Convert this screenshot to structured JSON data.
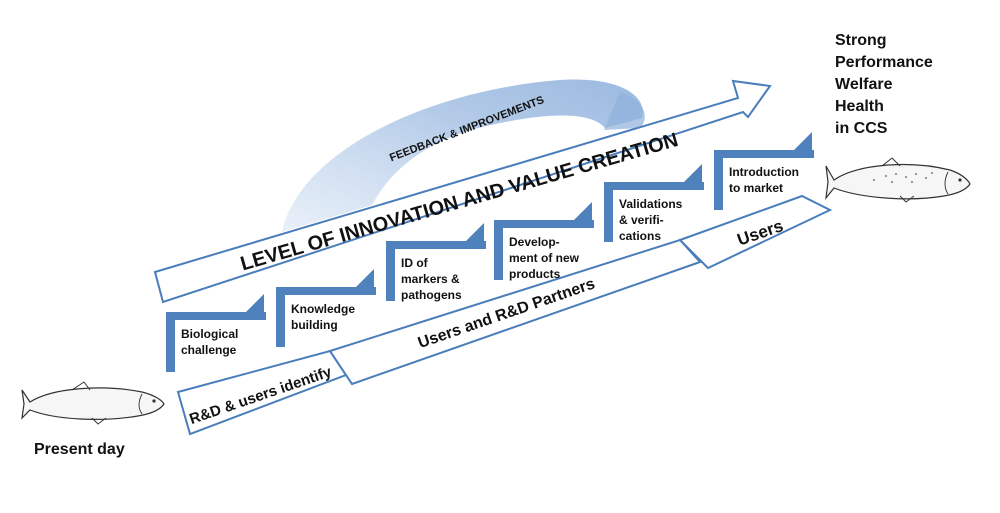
{
  "diagram": {
    "feedback_label": "FEEDBACK & IMPROVEMENTS",
    "innovation_label": "LEVEL OF INNOVATION AND VALUE CREATION",
    "identify_label": "R&D & users identify",
    "partners_label": "Users and R&D Partners",
    "users_label": "Users",
    "steps": [
      {
        "lines": [
          "Biological",
          "challenge"
        ]
      },
      {
        "lines": [
          "Knowledge",
          "building"
        ]
      },
      {
        "lines": [
          "ID of",
          "markers &",
          "pathogens"
        ]
      },
      {
        "lines": [
          "Develop-",
          "ment of new",
          "products"
        ]
      },
      {
        "lines": [
          "Validations",
          "& verifi-",
          "cations"
        ]
      },
      {
        "lines": [
          "Introduction",
          "to market"
        ]
      }
    ],
    "present_label": "Present day",
    "outcome_lines": [
      "Strong",
      "Performance",
      "Welfare",
      "Health",
      "in CCS"
    ],
    "colors": {
      "step_blue": "#4f81bd",
      "arrow_outline": "#4a7ebb",
      "feedback_blue": "#a7c2e4"
    }
  }
}
